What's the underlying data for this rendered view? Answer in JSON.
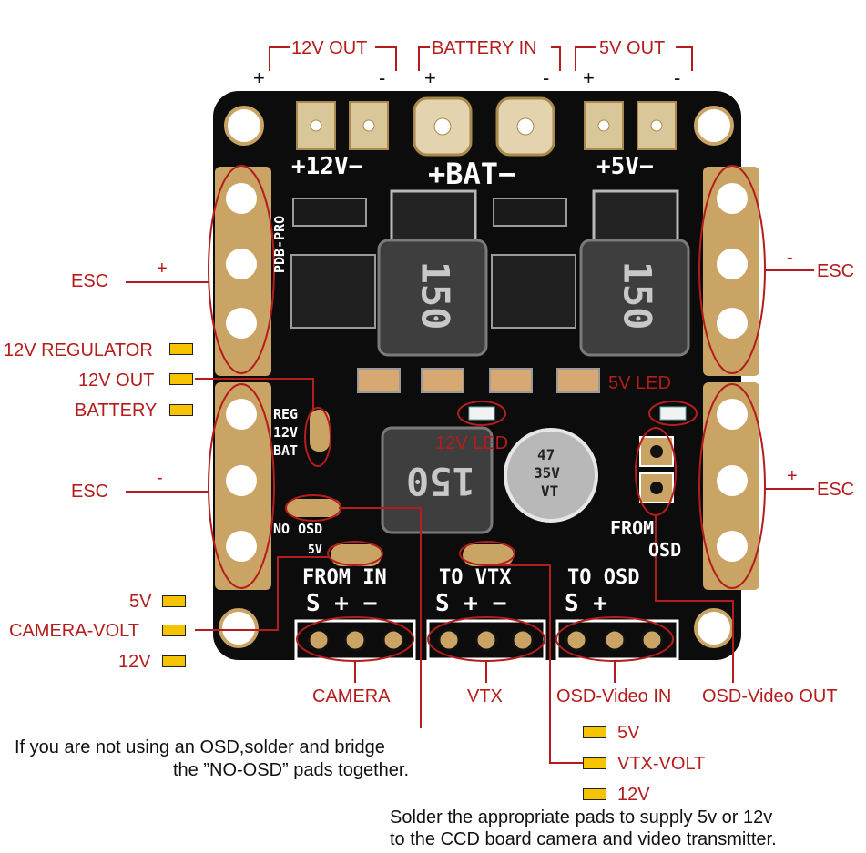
{
  "callouts": {
    "twelve_v_out": "12V OUT",
    "battery_in": "BATTERY IN",
    "five_v_out": "5V OUT",
    "plus": "+",
    "minus": "-",
    "esc": "ESC",
    "twelve_v_regulator": "12V REGULATOR",
    "twelve_v_out_led": "12V OUT",
    "battery": "BATTERY",
    "five_v_led": "5V LED",
    "twelve_v_led": "12V LED",
    "five_v": "5V",
    "camera_volt": "CAMERA-VOLT",
    "twelve_v": "12V",
    "camera": "CAMERA",
    "vtx": "VTX",
    "osd_video_in": "OSD-Video IN",
    "osd_video_out": "OSD-Video OUT",
    "vtx_volt": "VTX-VOLT"
  },
  "board": {
    "silk_12v": "+12V−",
    "silk_bat": "+BAT−",
    "silk_5v": "+5V−",
    "from_in": "FROM IN",
    "to_vtx": "TO VTX",
    "to_osd": "TO OSD",
    "spm_cam": "S + −",
    "spm_vtx": "S + −",
    "sp_osd": "S +",
    "no_osd": "NO OSD",
    "from_osd": "FROM",
    "osd": "OSD",
    "reg": "REG",
    "v12": "12V",
    "bat": "BAT",
    "v5": "5V",
    "cap_value": "47",
    "cap_voltage": "35V",
    "cap_series": "VT",
    "inductor": "150",
    "pdb_pro": "PDB-PRO"
  },
  "notes": {
    "osd_line1": "If you are not using an OSD,solder and bridge",
    "osd_line2": "the ”NO-OSD” pads together.",
    "pads_line1": "Solder the appropriate pads to supply 5v or 12v",
    "pads_line2": "to the CCD board camera and video transmitter."
  },
  "colors": {
    "board": "#0c0c0c",
    "callout": "#b51c1c",
    "pad_gold": "#c9a464",
    "legend_swatch": "#f6c300"
  }
}
